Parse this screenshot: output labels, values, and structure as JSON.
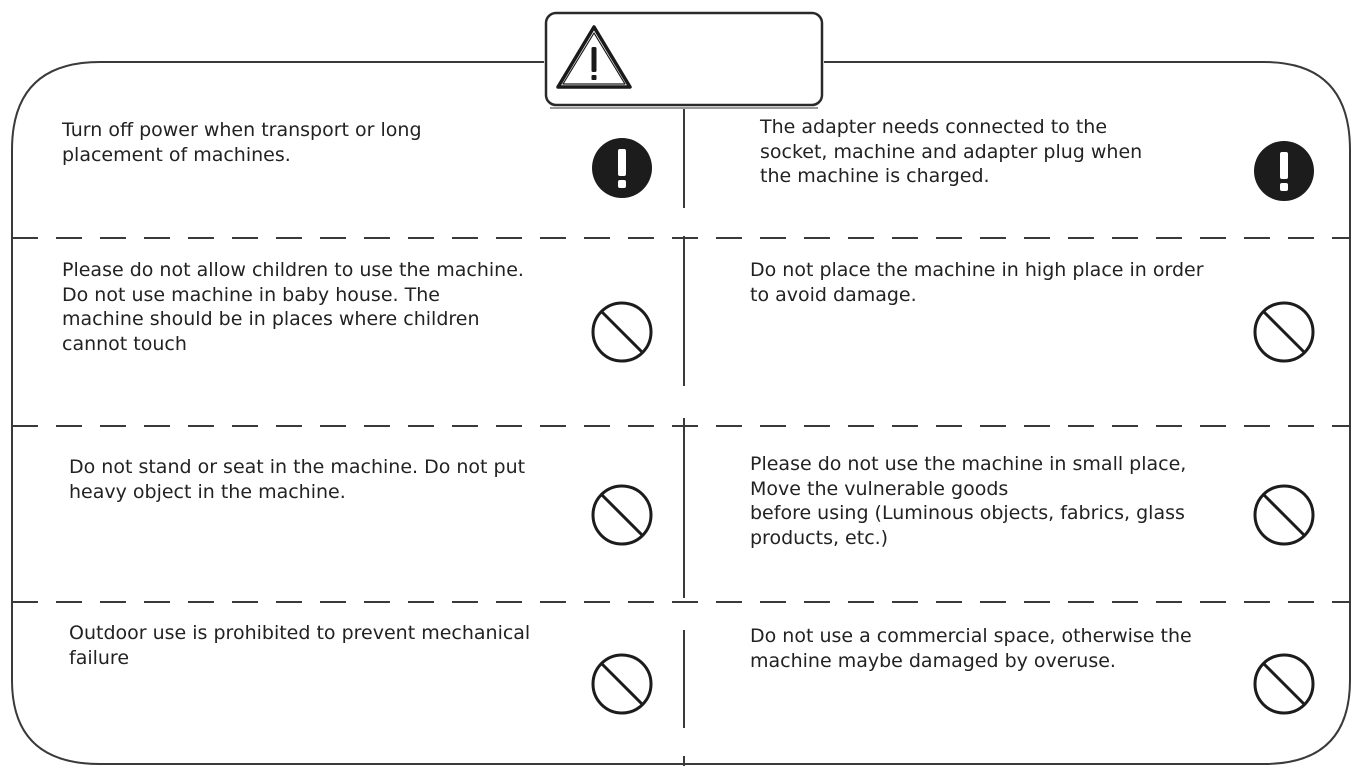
{
  "header": {
    "icon": "warning-triangle-icon"
  },
  "colors": {
    "line": "#3a3a3a",
    "text": "#222222",
    "mandatory_fill": "#1c1c1c"
  },
  "rows": [
    {
      "left": {
        "text": "Turn off power when transport or long\nplacement of machines.",
        "icon": "mandatory-exclamation-icon"
      },
      "right": {
        "text": "The adapter needs connected to the\nsocket, machine and adapter plug when\n the machine is charged.",
        "icon": "mandatory-exclamation-icon"
      }
    },
    {
      "left": {
        "text": "Please do not allow children to use the machine.\nDo not use machine in baby house. The\nmachine should be in places where children\ncannot touch",
        "icon": "prohibited-icon"
      },
      "right": {
        "text": "Do not place the machine in high place in order\nto avoid damage.",
        "icon": "prohibited-icon"
      }
    },
    {
      "left": {
        "text": "Do not stand or seat in the machine. Do not put\nheavy object in the machine.",
        "icon": "prohibited-icon"
      },
      "right": {
        "text": "Please do not use the machine in small place,\nMove the vulnerable goods\nbefore using (Luminous objects, fabrics, glass\nproducts, etc.)",
        "icon": "prohibited-icon"
      }
    },
    {
      "left": {
        "text": "Outdoor use is prohibited to prevent mechanical\nfailure",
        "icon": "prohibited-icon"
      },
      "right": {
        "text": "Do not use a commercial space, otherwise the\nmachine maybe damaged by overuse.",
        "icon": "prohibited-icon"
      }
    }
  ]
}
